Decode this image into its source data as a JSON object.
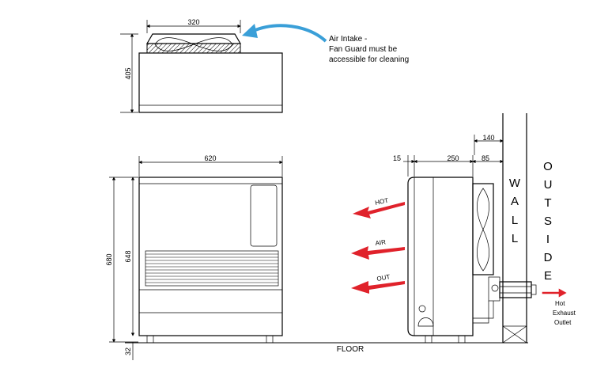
{
  "dimensions": {
    "top_width": "320",
    "top_height": "405",
    "front_width": "620",
    "front_height_total": "680",
    "front_height_body": "648",
    "base_height": "32",
    "side_gap": "15",
    "side_depth": "250",
    "side_clear": "85",
    "wall_offset": "140"
  },
  "labels": {
    "air_intake_line1": "Air Intake -",
    "air_intake_line2": "Fan Guard must be",
    "air_intake_line3": "accessible for  cleaning",
    "hot": "HOT",
    "air": "AIR",
    "out": "OUT",
    "floor": "FLOOR",
    "hot_exhaust_1": "Hot",
    "hot_exhaust_2": "Exhaust",
    "hot_exhaust_3": "Outlet"
  },
  "wall_letters": [
    "W",
    "A",
    "L",
    "L"
  ],
  "outside_letters": [
    "O",
    "U",
    "T",
    "S",
    "I",
    "D",
    "E"
  ],
  "colors": {
    "arrow_red": "#e0222b",
    "arrow_blue": "#3a9fd8",
    "line": "#000000"
  }
}
